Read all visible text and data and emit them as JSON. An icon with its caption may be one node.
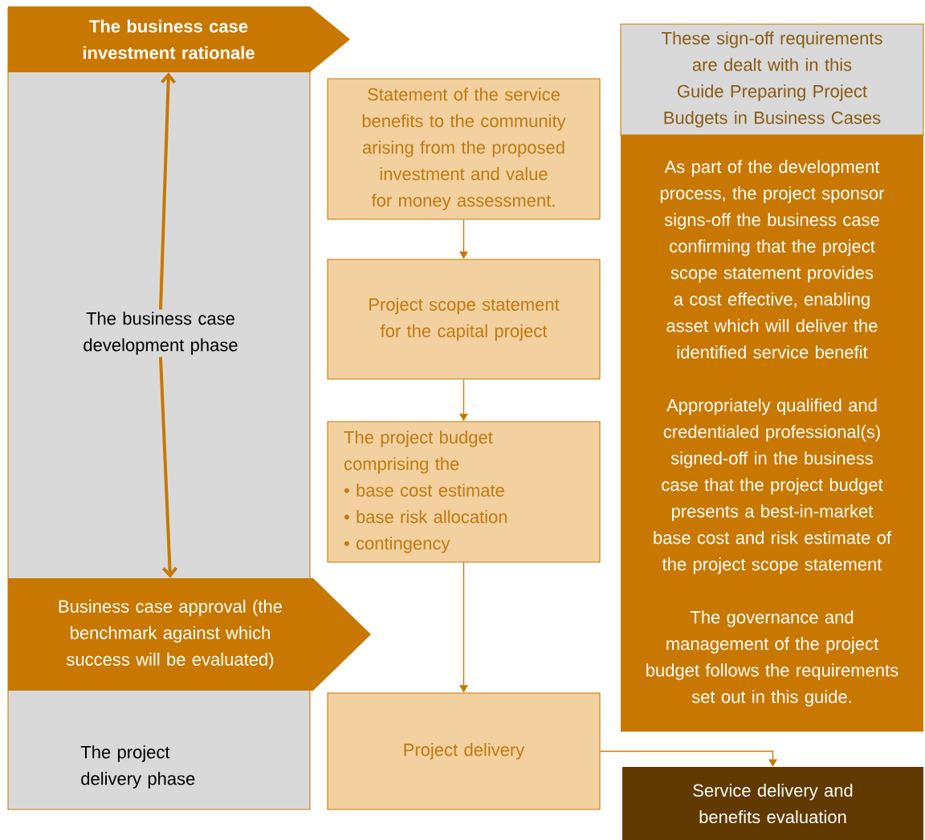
{
  "diagram": {
    "nodes": [
      {
        "text": [
          "The project delivery phase"
        ]
      },
      {
        "text": [
          "The business case investment rationale"
        ]
      },
      {
        "text": [
          "The business case development phase"
        ],
        "in": 0
      },
      {
        "text": [
          "Business case approval (the benchmark against which success will be evaluated)"
        ]
      },
      {
        "text": [
          "Statement of the service benefits to the community arising from the proposed investment and value for money assessment."
        ]
      },
      {
        "text": [
          "Project scope statement for the capital project"
        ]
      },
      {
        "text": [
          "The project budget comprising the",
          "• base cost estimate",
          "• base risk allocation",
          "• contingency"
        ]
      },
      {
        "text": [
          "Project delivery"
        ]
      },
      {
        "text": [
          "These sign-off requirements are dealt with in this Guide Preparing Project Budgets in Business Cases"
        ]
      },
      {
        "text": [
          "As part of the development process, the project sponsor signs-off the business case confirming that the project scope statement provides a cost effective, enabling asset which will deliver the identified service benefit",
          "Appropriately qualified and credentialed professional(s) signed-off in the business case that the project budget presents a best-in-market base cost and risk estimate of the project scope statement",
          "The governance and management of the project budget follows the requirements set out in this guide."
        ]
      },
      {
        "text": [
          "Service delivery and benefits evaluation"
        ]
      }
    ],
    "edges": [
      {
        "from": 2,
        "to": 1,
        "arrow": "to",
        "style": "thick"
      },
      {
        "from": 2,
        "to": 3,
        "arrow": "to",
        "style": "thick"
      },
      {
        "from": 4,
        "to": 5,
        "arrow": "to"
      },
      {
        "from": 5,
        "to": 6,
        "arrow": "to"
      },
      {
        "from": 6,
        "to": 7,
        "arrow": "to"
      },
      {
        "from": 7,
        "to": 10,
        "arrow": "to"
      }
    ]
  }
}
